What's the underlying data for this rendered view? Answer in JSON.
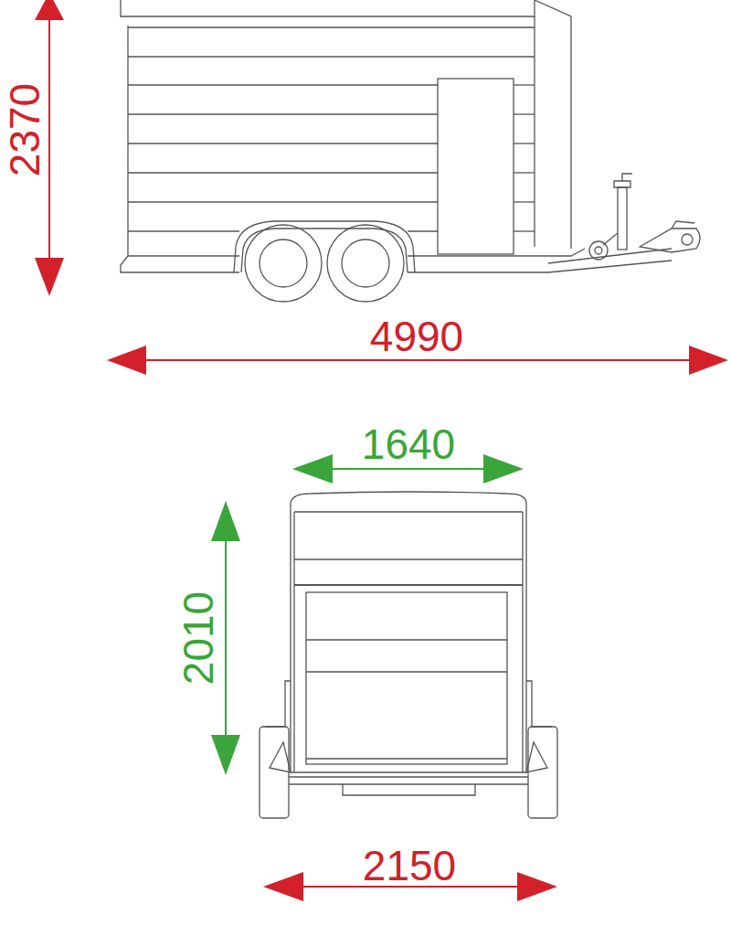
{
  "diagram": {
    "labels": [
      "2370",
      "4990",
      "1640",
      "2010",
      "2150"
    ]
  }
}
